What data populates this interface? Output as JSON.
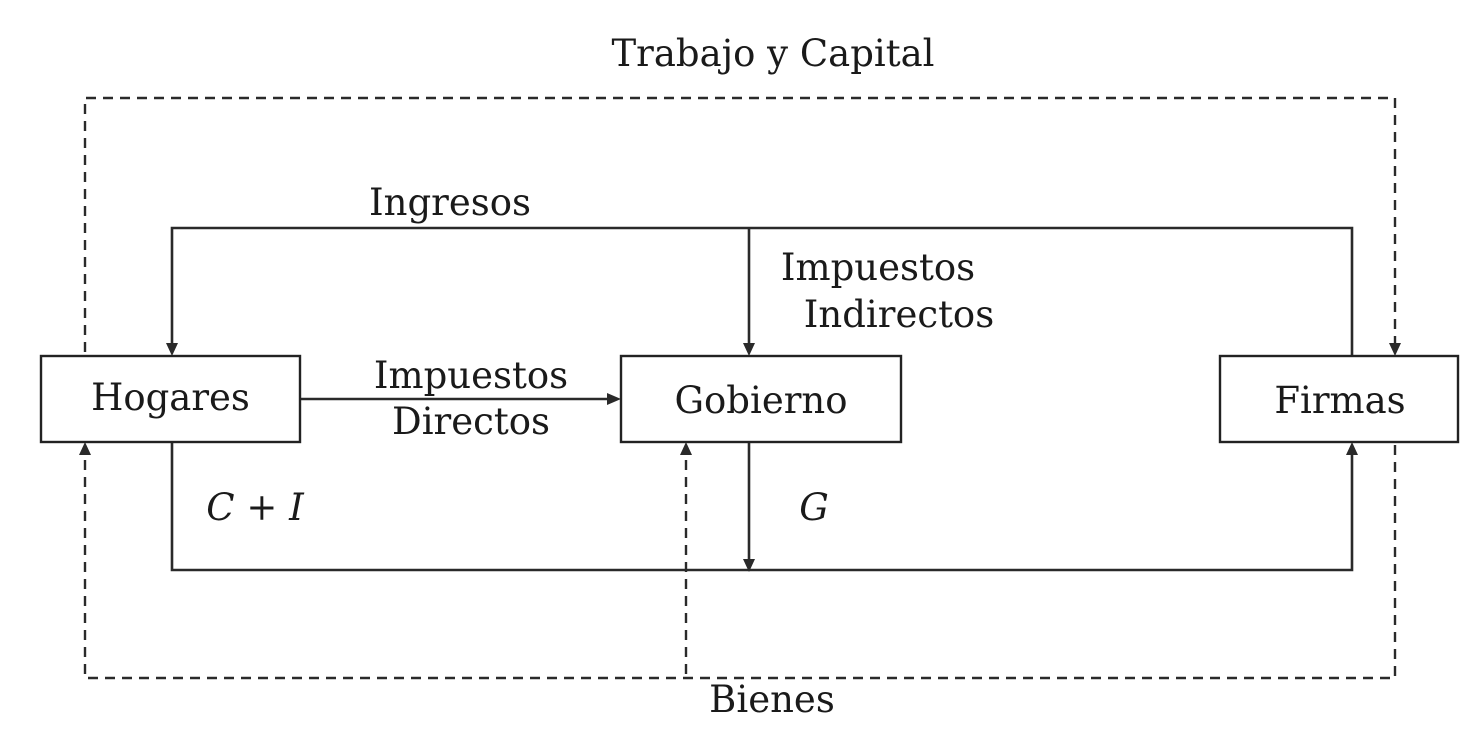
{
  "diagram": {
    "nodes": {
      "hogares": "Hogares",
      "gobierno": "Gobierno",
      "firmas": "Firmas"
    },
    "labels": {
      "top": "Trabajo y Capital",
      "bottom": "Bienes",
      "ingresos": "Ingresos",
      "impuestos_indirectos": [
        "Impuestos",
        "Indirectos"
      ],
      "impuestos_directos": [
        "Impuestos",
        "Directos"
      ],
      "consumo_inversion": "C + I",
      "gasto": "G"
    }
  }
}
